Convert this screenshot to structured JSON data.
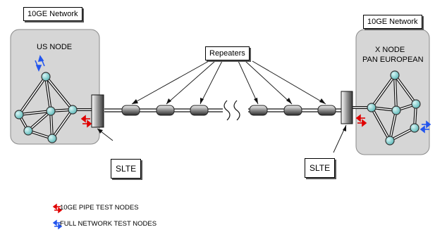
{
  "left_network_label": "10GE Network",
  "right_network_label": "10GE Network",
  "left_node_label": "US NODE",
  "right_node_label_line1": "X NODE",
  "right_node_label_line2": "PAN EUROPEAN",
  "repeaters_label": "Repeaters",
  "slte_left_label": "SLTE",
  "slte_right_label": "SLTE",
  "legend": [
    {
      "text": "10GE PIPE TEST NODES",
      "color": "#e00000"
    },
    {
      "text": "FULL NETWORK TEST NODES",
      "color": "#2255ee"
    }
  ],
  "colors": {
    "node_fill": "#8fd6d6",
    "panel_fill": "#d6d6d6",
    "red": "#e00000",
    "blue": "#2255ee"
  }
}
